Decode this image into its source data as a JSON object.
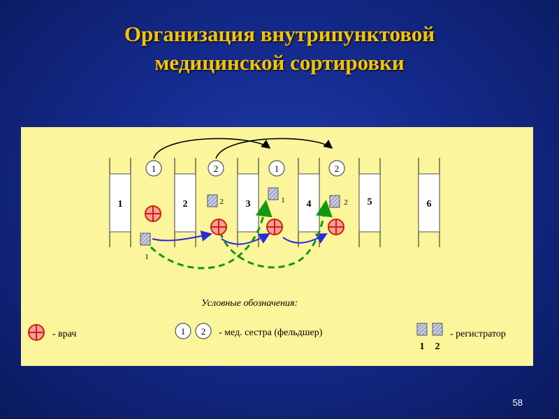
{
  "title_line1": "Организация внутрипунктовой",
  "title_line2": "медицинской сортировки",
  "rooms": [
    "1",
    "2",
    "3",
    "4",
    "5",
    "6"
  ],
  "nurses": [
    "1",
    "2",
    "1",
    "2"
  ],
  "registrar_labels": [
    "1",
    "2",
    "1",
    "2"
  ],
  "legend": {
    "heading": "Условные обозначения:",
    "doctor": "- врач",
    "nurse_nums": [
      "1",
      "2"
    ],
    "nurse": "- мед. сестра (фельдшер)",
    "registrar_nums": [
      "1",
      "2"
    ],
    "registrar": "- регистратор"
  },
  "colors": {
    "title": "#f5c400",
    "panel": "#fbf59b",
    "doctor": "#d02000",
    "blue_arrow": "#2a2ae0",
    "green_arrow": "#119911",
    "registrar_fill": "#b8bcd8"
  },
  "page_number": "58"
}
